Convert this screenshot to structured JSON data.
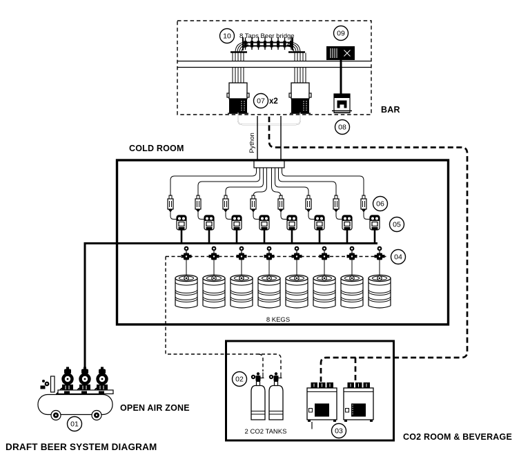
{
  "colors": {
    "ink": "#000000",
    "paper": "#ffffff"
  },
  "title": "DRAFT BEER SYSTEM DIAGRAM",
  "zones": {
    "bar": "BAR",
    "cold_room": "COLD ROOM",
    "open_air": "OPEN AIR ZONE",
    "co2_room": "CO2 ROOM & BEVERAGE"
  },
  "annotations": {
    "beer_bridge": "8 Taps Beer bridge",
    "tower_qty": "x2",
    "python": "Python",
    "kegs": "8 KEGS",
    "co2_tanks": "2 CO2 TANKS"
  },
  "callouts": {
    "c01": "01",
    "c02": "02",
    "c03": "03",
    "c04": "04",
    "c05": "05",
    "c06": "06",
    "c07": "07",
    "c08": "08",
    "c09": "09",
    "c10": "10"
  }
}
